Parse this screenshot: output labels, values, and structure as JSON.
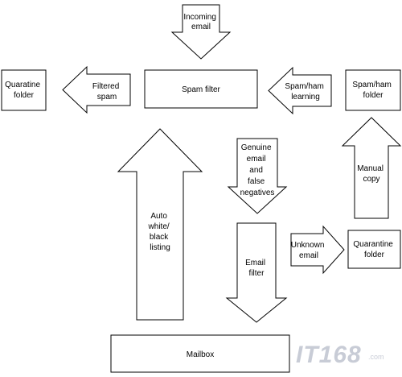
{
  "nodes": {
    "spam_filter": "Spam filter",
    "quarantine_left": [
      "Quaratine",
      "folder"
    ],
    "spam_ham_folder": [
      "Spam/ham",
      "folder"
    ],
    "quarantine_right": [
      "Quarantine",
      "folder"
    ],
    "mailbox": "Mailbox"
  },
  "arrows": {
    "incoming_email": [
      "Incoming",
      "email"
    ],
    "filtered_spam": [
      "Filtered",
      "spam"
    ],
    "spam_ham_learning": [
      "Spam/ham",
      "learning"
    ],
    "manual_copy": [
      "Manual",
      "copy"
    ],
    "genuine_email": [
      "Genuine",
      "email",
      "and",
      "false",
      "negatives"
    ],
    "auto_listing": [
      "Auto",
      "white/",
      "black",
      "listing"
    ],
    "email_filter": [
      "Email",
      "filter"
    ],
    "unknown_email": [
      "Unknown",
      "email"
    ]
  },
  "watermark": {
    "logo": "IT168",
    "domain": ".com"
  },
  "colors": {
    "stroke": "#000000",
    "fill": "#ffffff",
    "watermark": "#c8ccd6"
  }
}
